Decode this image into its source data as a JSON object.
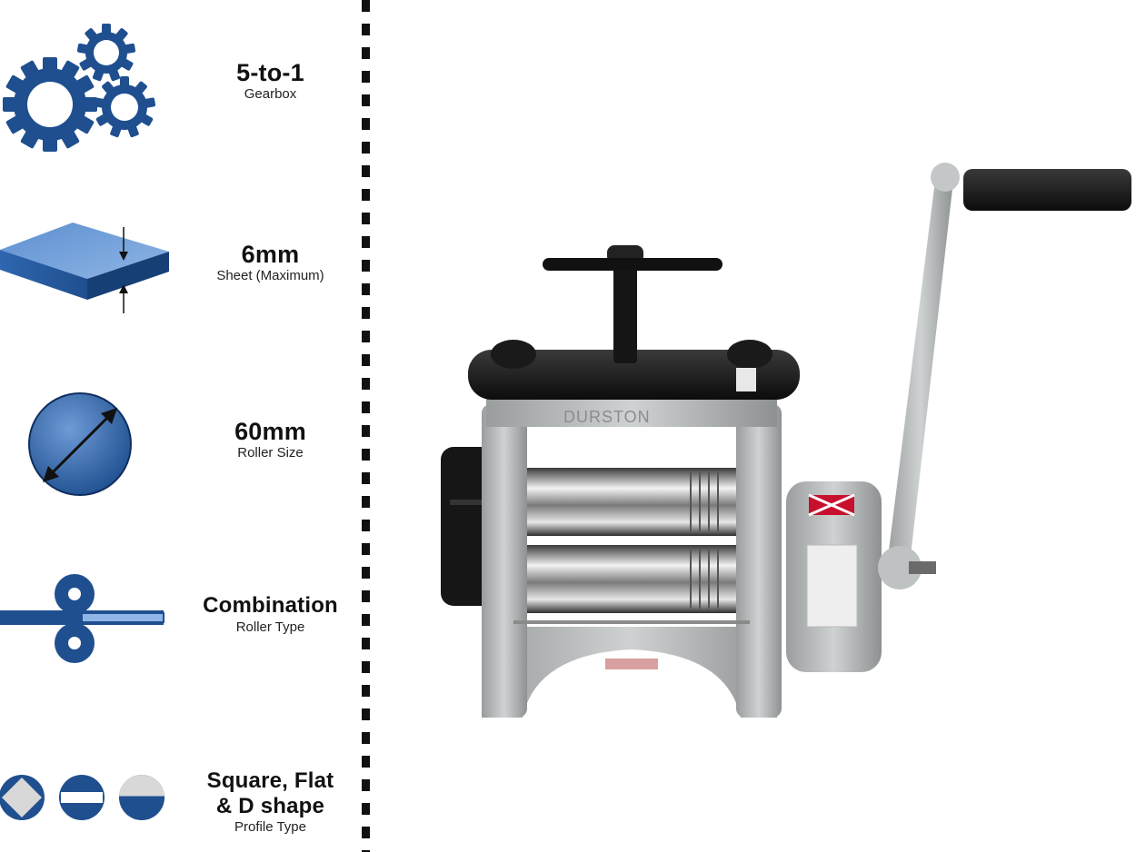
{
  "specs": [
    {
      "value": "5-to-1",
      "caption": "Gearbox",
      "icon": "gears-icon"
    },
    {
      "value": "6mm",
      "caption": "Sheet (Maximum)",
      "icon": "sheet-thickness-icon"
    },
    {
      "value": "60mm",
      "caption": "Roller Size",
      "icon": "roller-diameter-icon"
    },
    {
      "value": "Combination",
      "caption": "Roller Type",
      "icon": "roller-combination-icon"
    },
    {
      "value_lines": [
        "Square, Flat",
        "& D shape"
      ],
      "caption": "Profile Type",
      "icon": "profile-shapes-icon"
    }
  ],
  "product": {
    "brand_mark": "DURSTON"
  },
  "colors": {
    "accent": "#1f4f8f",
    "accent_light": "#5d8fd0",
    "metal": "#b9bcbd",
    "black": "#141414"
  }
}
